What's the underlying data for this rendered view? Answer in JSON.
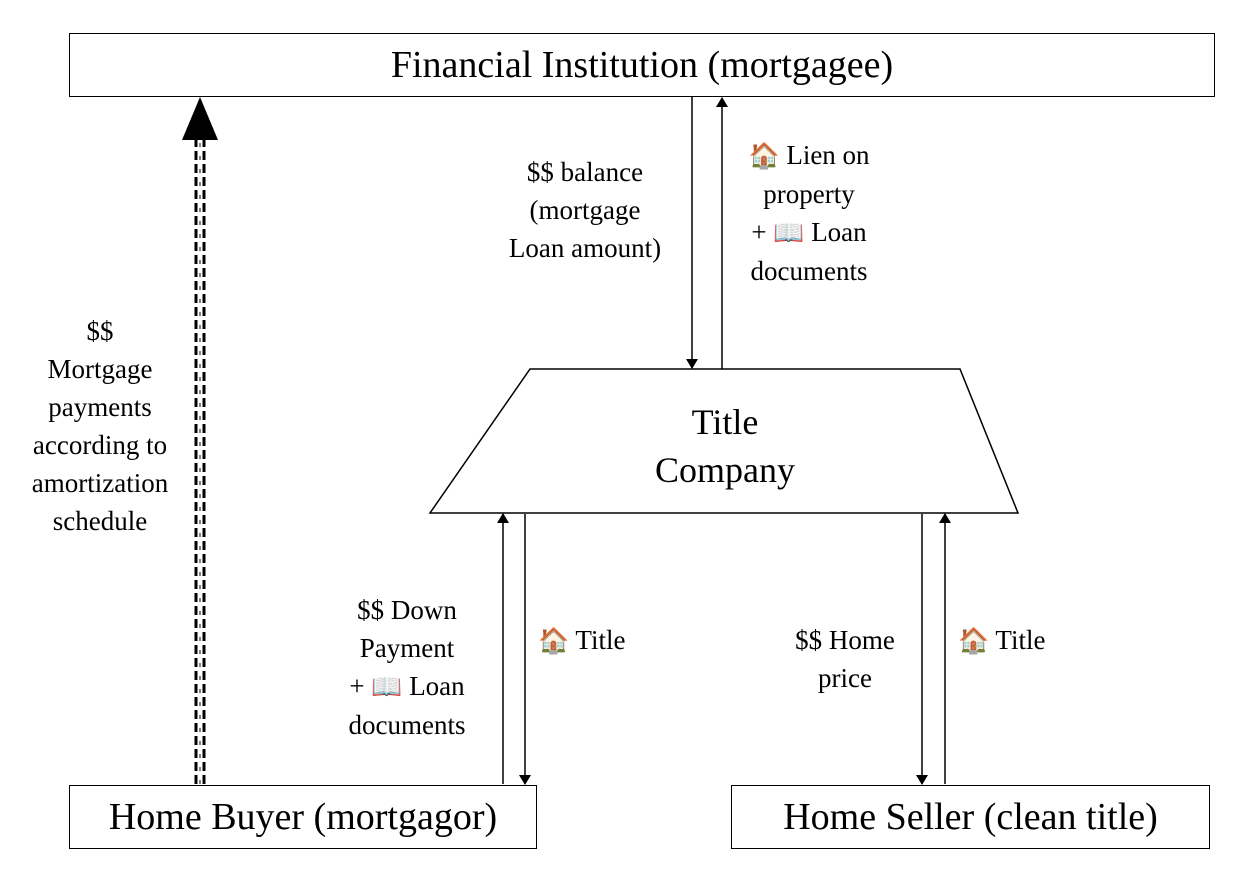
{
  "nodes": {
    "financial_institution": "Financial Institution (mortgagee)",
    "title_company": [
      "Title",
      "Company"
    ],
    "home_buyer": "Home Buyer (mortgagor)",
    "home_seller": "Home Seller (clean title)"
  },
  "icons": {
    "house": "house-icon",
    "book": "book-icon"
  },
  "flows": {
    "mortgage_payments": [
      "$$",
      "Mortgage",
      "payments",
      "according to",
      "amortization",
      "schedule"
    ],
    "balance": [
      "$$ balance",
      "(mortgage",
      "Loan amount)"
    ],
    "lien": {
      "line1": "Lien on",
      "line2": "property",
      "line3_prefix": "+",
      "line3_text": "Loan",
      "line4": "documents"
    },
    "down_payment": {
      "line1": "$$ Down",
      "line2": "Payment",
      "line3_prefix": "+",
      "line3_text": "Loan",
      "line4": "documents"
    },
    "title_buyer": "Title",
    "home_price": [
      "$$ Home",
      "price"
    ],
    "title_seller": "Title"
  }
}
